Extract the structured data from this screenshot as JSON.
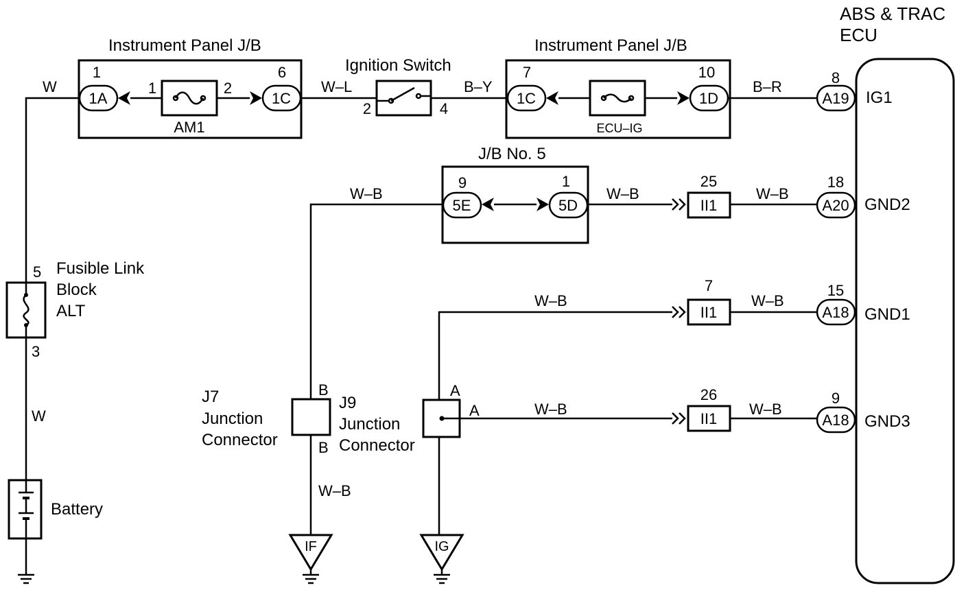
{
  "ecu": {
    "title_line1": "ABS & TRAC",
    "title_line2": "ECU",
    "pins": {
      "ig1": {
        "num": "8",
        "conn": "A19",
        "name": "IG1"
      },
      "gnd2": {
        "num": "18",
        "conn": "A20",
        "name": "GND2"
      },
      "gnd1": {
        "num": "15",
        "conn": "A18",
        "name": "GND1"
      },
      "gnd3": {
        "num": "9",
        "conn": "A18",
        "name": "GND3"
      }
    }
  },
  "ipjb_left": {
    "title": "Instrument Panel J/B",
    "pin_left_num": "1",
    "pin_left_conn": "1A",
    "fuse_pin_left": "1",
    "fuse_pin_right": "2",
    "pin_right_num": "6",
    "pin_right_conn": "1C",
    "fuse_label": "AM1"
  },
  "ipjb_right": {
    "title": "Instrument Panel J/B",
    "pin_left_num": "7",
    "pin_left_conn": "1C",
    "pin_right_num": "10",
    "pin_right_conn": "1D",
    "fuse_label": "ECU–IG"
  },
  "ignition": {
    "title": "Ignition Switch",
    "pin_left": "2",
    "pin_right": "4"
  },
  "jb5": {
    "title": "J/B No. 5",
    "pin_left_num": "9",
    "pin_left_conn": "5E",
    "pin_right_num": "1",
    "pin_right_conn": "5D"
  },
  "fusible": {
    "line1": "Fusible Link",
    "line2": "Block",
    "line3": "ALT",
    "pin_top": "5",
    "pin_bottom": "3"
  },
  "battery": {
    "label": "Battery"
  },
  "wires": {
    "w_top": "W",
    "w_mid": "W",
    "wl": "W–L",
    "by": "B–Y",
    "br": "B–R",
    "wb_jb5_in": "W–B",
    "wb_jb5_out": "W–B",
    "wb_gnd2": "W–B",
    "wb_gnd1_in": "W–B",
    "wb_gnd1_out": "W–B",
    "wb_gnd3_in": "W–B",
    "wb_gnd3_out": "W–B",
    "wb_if": "W–B"
  },
  "inline": {
    "c25": {
      "num": "25",
      "conn": "II1"
    },
    "c7": {
      "num": "7",
      "conn": "II1"
    },
    "c26": {
      "num": "26",
      "conn": "II1"
    }
  },
  "j7": {
    "line1": "J7",
    "line2": "Junction",
    "line3": "Connector",
    "pin_top": "B",
    "pin_bottom": "B"
  },
  "j9": {
    "line1": "J9",
    "line2": "Junction",
    "line3": "Connector",
    "pin_top": "A",
    "pin_right": "A"
  },
  "grounds": {
    "if": "IF",
    "ig": "IG"
  }
}
